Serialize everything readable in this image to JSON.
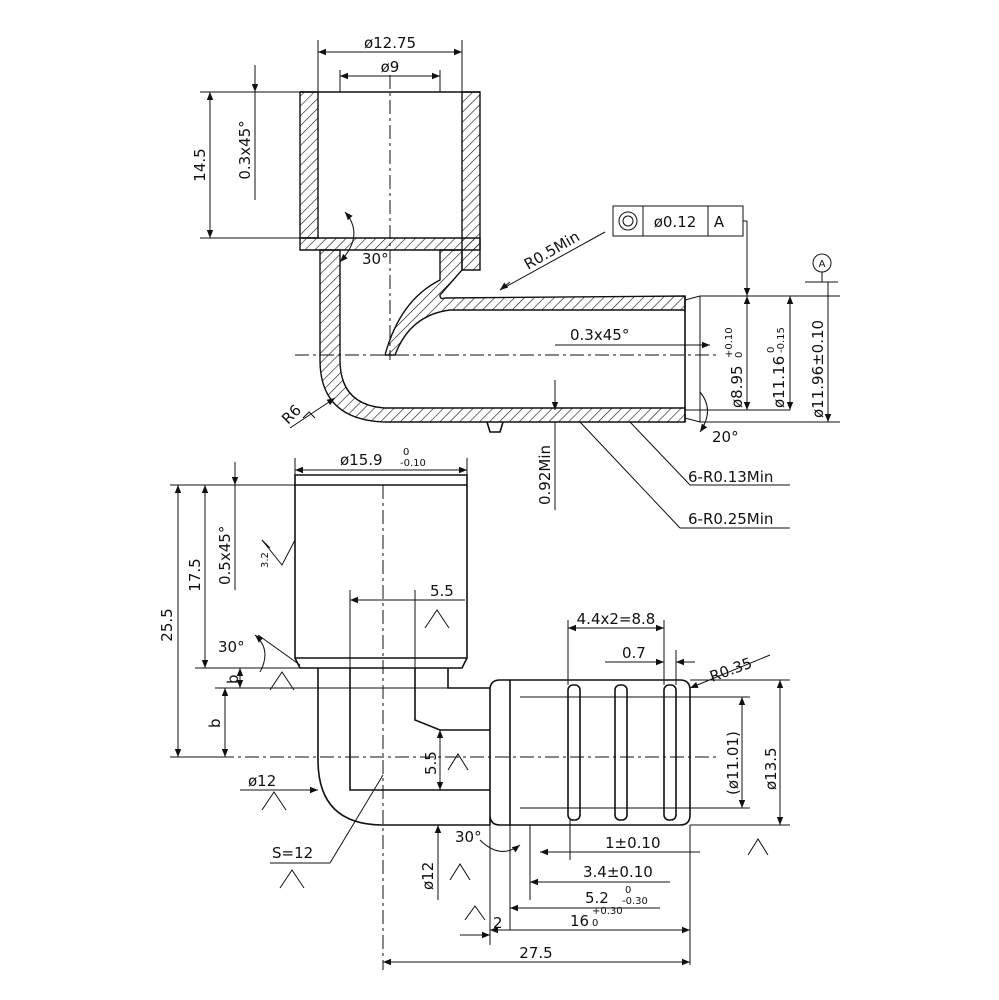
{
  "drawing": {
    "top_view": {
      "dia_outer": "ø12.75",
      "dia_inner": "ø9",
      "height": "14.5",
      "chamfer_top": "0.3x45°",
      "angle_inner": "30°",
      "fillet_min": "R0.5Min",
      "tolerance_frame": {
        "symbol": "◎",
        "value": "ø0.12",
        "datum": "A"
      },
      "datum_label": "A",
      "chamfer_end": "0.3x45°",
      "bore_dia": "ø8.95",
      "bore_tol_upper": "+0.10",
      "bore_tol_lower": "0",
      "mid_dia": "ø11.16",
      "mid_tol_upper": "0",
      "mid_tol_lower": "-0.15",
      "outer_dia": "ø11.96±0.10",
      "bend_radius": "R6",
      "end_angle": "20°",
      "wall_min": "0.92Min",
      "rib_fillet_small": "6-R0.13Min",
      "rib_fillet_large": "6-R0.25Min"
    },
    "bottom_view": {
      "hex_dia": "ø15.9",
      "hex_tol_upper": "0",
      "hex_tol_lower": "-0.10",
      "total_height": "25.5",
      "upper_height": "17.5",
      "chamfer": "0.5x45°",
      "roughness": "3.2",
      "angle": "30°",
      "dim_5_5_top": "5.5",
      "dim_5_5_side": "5.5",
      "dim_b_upper": "b",
      "dim_b_lower": "b",
      "dia_12_left": "ø12",
      "wrench": "S=12",
      "dia_12_bottom": "ø12",
      "angle_bottom": "30°",
      "rib_pitch": "4.4x2=8.8",
      "rib_width": "0.7",
      "rib_radius": "R0.35",
      "barb_dia_ref": "(ø11.01)",
      "barb_dia": "ø13.5",
      "dim_1": "1±0.10",
      "dim_3_4": "3.4±0.10",
      "dim_5_2": "5.2",
      "dim_5_2_tol_upper": "0",
      "dim_5_2_tol_lower": "-0.30",
      "dim_16": "16",
      "dim_16_tol_upper": "+0.30",
      "dim_16_tol_lower": "0",
      "dim_2": "2",
      "total_length": "27.5"
    }
  }
}
